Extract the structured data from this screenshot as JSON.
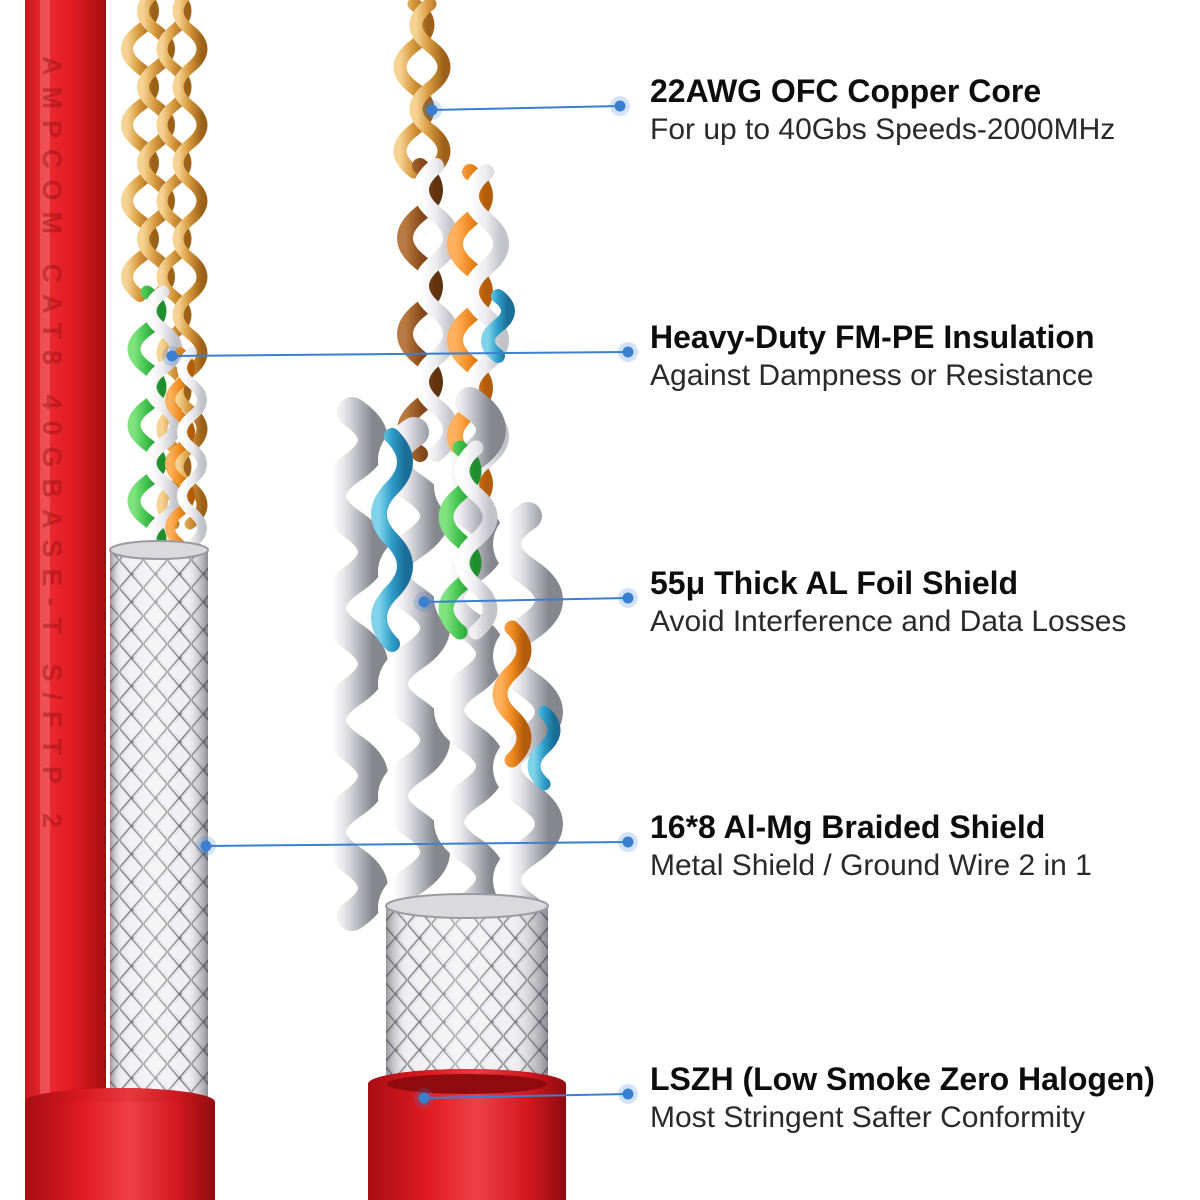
{
  "callouts": [
    {
      "title": "22AWG OFC Copper Core",
      "subtitle": "For up to 40Gbs Speeds-2000MHz"
    },
    {
      "title": "Heavy-Duty FM-PE Insulation",
      "subtitle": "Against Dampness or Resistance"
    },
    {
      "title": "55μ Thick AL Foil Shield",
      "subtitle": "Avoid Interference and Data Losses"
    },
    {
      "title": "16*8 Al-Mg Braided Shield",
      "subtitle": "Metal Shield / Ground Wire 2 in 1"
    },
    {
      "title": "LSZH (Low Smoke Zero Halogen)",
      "subtitle": "Most Stringent Safter Conformity"
    }
  ],
  "cable_print_text": "AMPCOM CAT8 40GBASE-T S/FTP 2",
  "colors": {
    "accent_blue": "#3b7fd0",
    "jacket_red": "#e01b22",
    "copper": "#c8862f",
    "shield_silver": "#c6c6cc"
  }
}
